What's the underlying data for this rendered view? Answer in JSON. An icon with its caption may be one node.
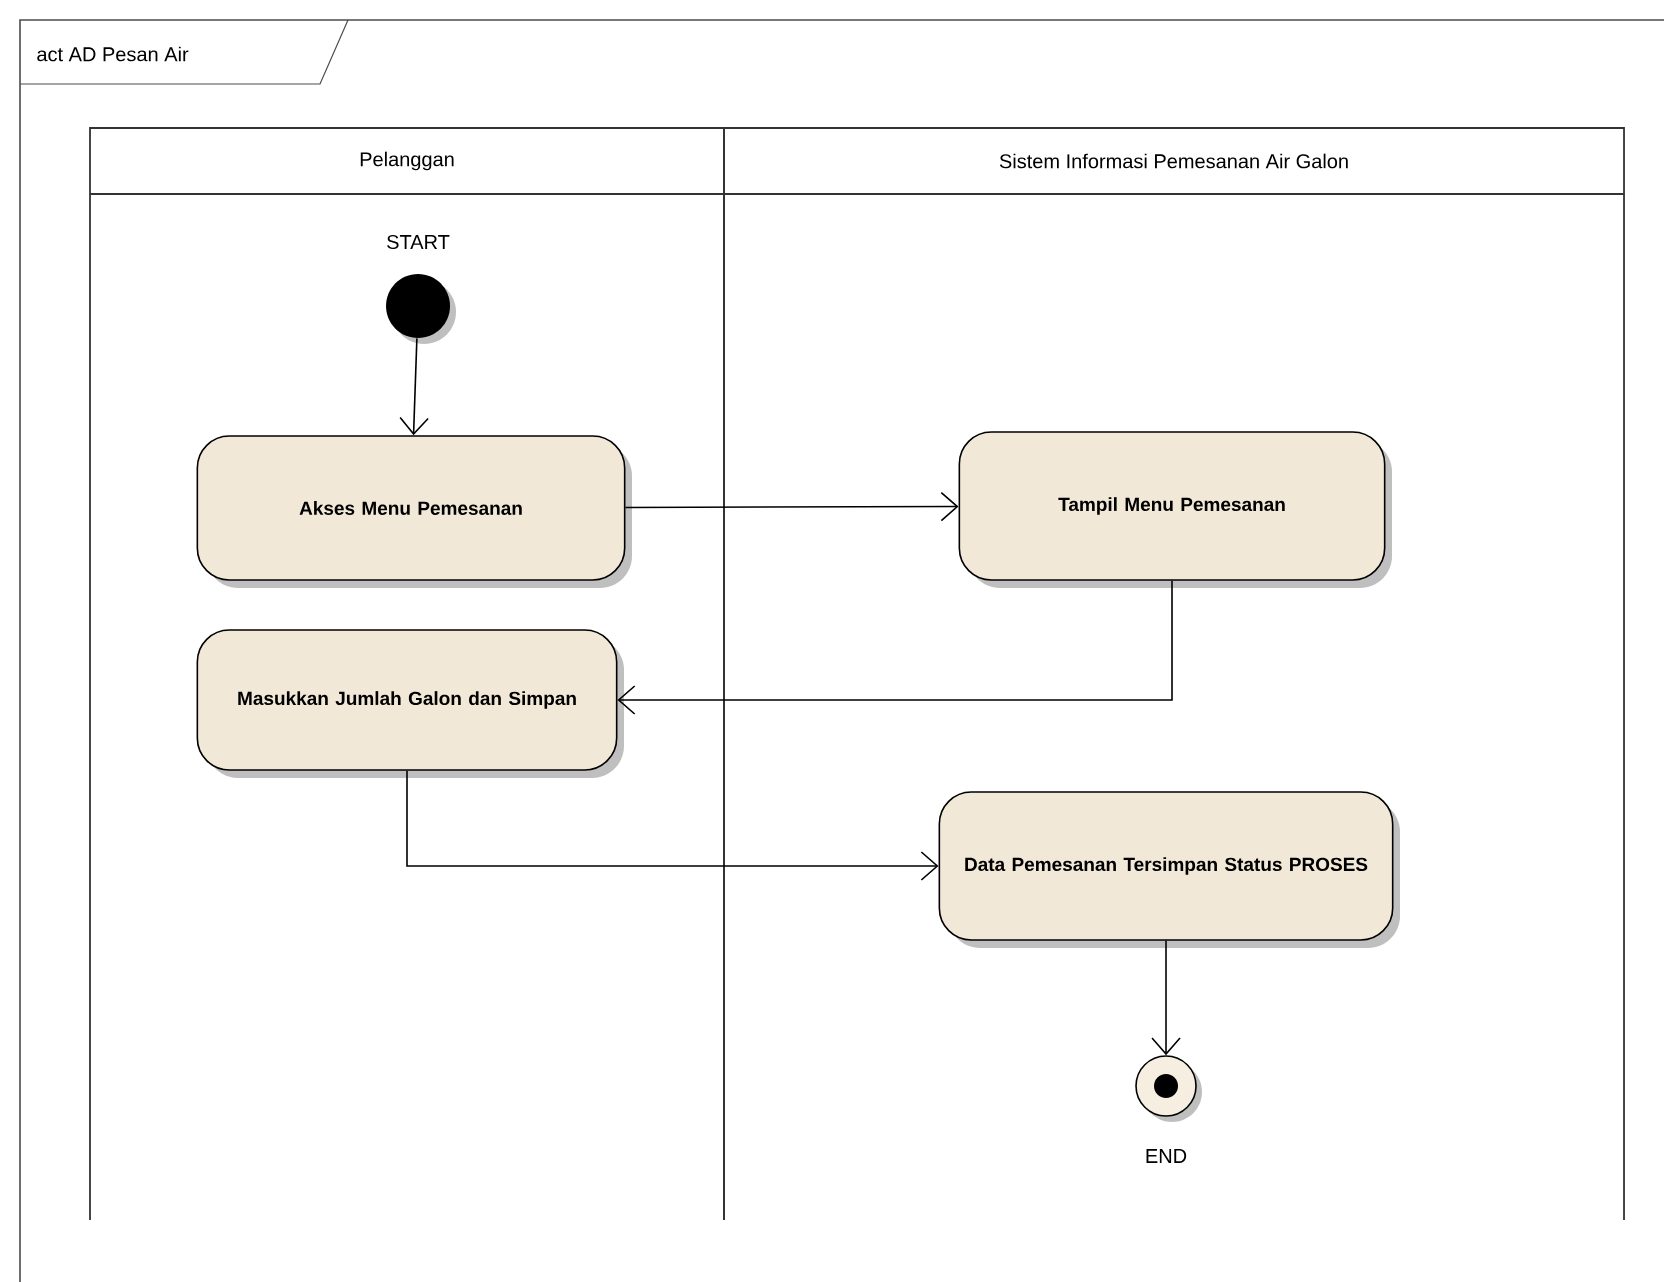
{
  "diagram": {
    "nodes": [
      {
        "text": [
          "act AD Pesan Air"
        ]
      },
      {
        "text": [
          "Pelanggan"
        ],
        "in": 0
      },
      {
        "text": [
          "Sistem Informasi Pemesanan Air Galon"
        ],
        "in": 0
      },
      {
        "text": [],
        "shape": "circle",
        "beside": [
          "START"
        ],
        "in": 1
      },
      {
        "text": [
          "Akses Menu Pemesanan"
        ],
        "in": 1
      },
      {
        "text": [
          "Tampil Menu Pemesanan"
        ],
        "in": 2
      },
      {
        "text": [
          "Masukkan Jumlah Galon dan Simpan"
        ],
        "in": 1
      },
      {
        "text": [
          "Data Pemesanan Tersimpan Status PROSES"
        ],
        "in": 2
      },
      {
        "text": [],
        "shape": "circle",
        "beside": [
          "END"
        ],
        "in": 2
      }
    ],
    "edges": [
      {
        "from": 3,
        "to": 4,
        "arrow": "to"
      },
      {
        "from": 4,
        "to": 5,
        "arrow": "to"
      },
      {
        "from": 5,
        "to": 6,
        "arrow": "to"
      },
      {
        "from": 6,
        "to": 7,
        "arrow": "to"
      },
      {
        "from": 7,
        "to": 8,
        "arrow": "to"
      }
    ]
  }
}
